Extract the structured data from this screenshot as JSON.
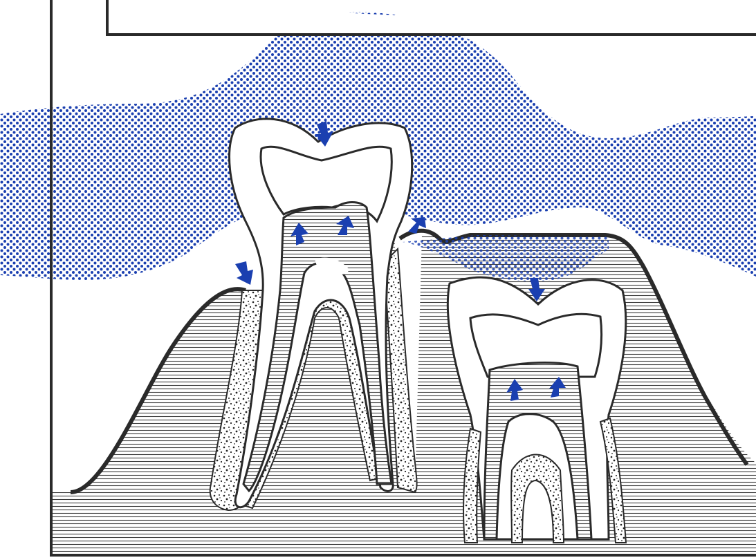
{
  "diagram": {
    "elements": [
      {
        "name": "saliva-plaque-region",
        "kind": "dotted-fluid"
      },
      {
        "name": "gum-tissue",
        "kind": "horizontal-hatch"
      },
      {
        "name": "erupted-molar",
        "kind": "tooth"
      },
      {
        "name": "erupting-molar",
        "kind": "tooth"
      },
      {
        "name": "periodontal-bone",
        "kind": "stippled"
      }
    ],
    "arrow_count": 8,
    "colors": {
      "ink": "#2a2a2a",
      "accent_blue": "#1a3fb0",
      "paper": "#ffffff"
    }
  }
}
